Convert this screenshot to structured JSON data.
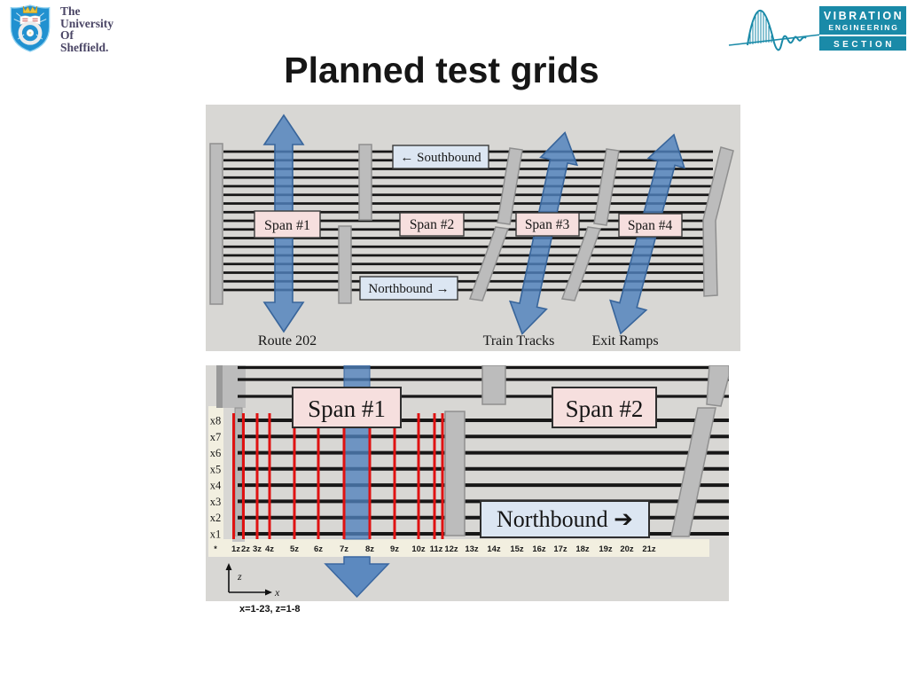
{
  "slide": {
    "title": "Planned test grids"
  },
  "header": {
    "university": {
      "name_lines": [
        "The",
        "University",
        "Of",
        "Sheffield."
      ]
    },
    "vibration_logo": {
      "line1": "VIBRATION",
      "line2": "ENGINEERING",
      "line3": "SECTION"
    }
  },
  "top_diagram": {
    "southbound": "← Southbound",
    "northbound": "Northbound →",
    "spans": [
      "Span #1",
      "Span #2",
      "Span #3",
      "Span #4"
    ],
    "footer_labels": [
      "Route 202",
      "Train Tracks",
      "Exit Ramps"
    ]
  },
  "bottom_diagram": {
    "spans": [
      "Span #1",
      "Span #2"
    ],
    "northbound": "Northbound ➔",
    "row_labels": [
      "x8",
      "x7",
      "x6",
      "x5",
      "x4",
      "x3",
      "x2",
      "x1"
    ],
    "col_labels": [
      "1z",
      "2z",
      "3z",
      "4z",
      "5z",
      "6z",
      "7z",
      "8z",
      "9z",
      "10z",
      "11z",
      "12z",
      "13z",
      "14z",
      "15z",
      "16z",
      "17z",
      "18z",
      "19z",
      "20z",
      "21z"
    ],
    "corner_mark": "*",
    "axis_labels": {
      "vertical": "z",
      "horizontal": "x"
    },
    "caption": "x=1-23, z=1-8"
  },
  "colors": {
    "arrow_blue": "#4f81bd",
    "grid_red": "#df1212",
    "span_pink": "#f6dfde",
    "direction_blue": "#dce6f2",
    "ves_teal": "#1a8aa8",
    "diagram_bg": "#d8d7d4",
    "axis_strip": "#f2efe0"
  }
}
